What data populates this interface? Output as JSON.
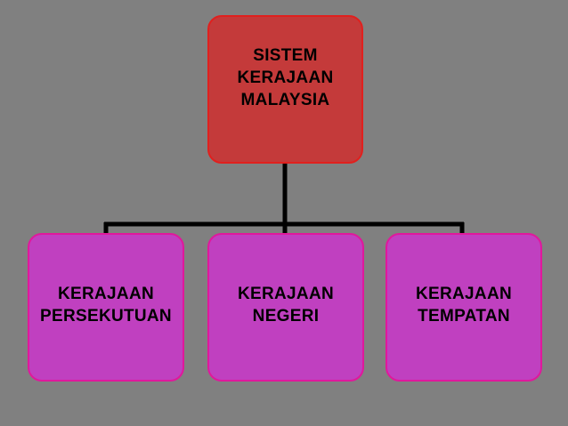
{
  "diagram": {
    "root": {
      "label": "SISTEM\nKERAJAAN\nMALAYSIA"
    },
    "children": [
      {
        "label": "KERAJAAN\nPERSEKUTUAN"
      },
      {
        "label": "KERAJAAN\nNEGERI"
      },
      {
        "label": "KERAJAAN\nTEMPATAN"
      }
    ],
    "colors": {
      "background": "#808080",
      "root_fill": "#c43a3a",
      "root_border": "#e0201e",
      "child_fill": "#c040c0",
      "child_border": "#e0189c",
      "connector": "#000000"
    }
  }
}
